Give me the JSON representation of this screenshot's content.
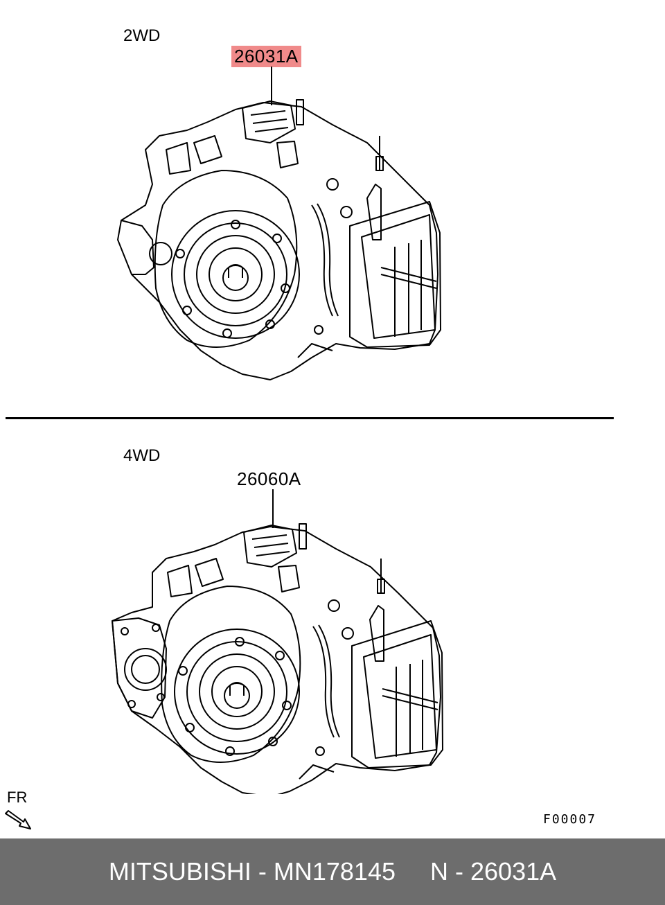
{
  "diagram": {
    "top": {
      "section": "2WD",
      "part_number": "26031A"
    },
    "bottom": {
      "section": "4WD",
      "part_number": "26060A"
    },
    "direction_label": "FR",
    "figure_code": "F00007"
  },
  "footer": {
    "brand_part": "MITSUBISHI - MN178145",
    "ref": "N - 26031A"
  },
  "colors": {
    "highlight": "#f08a8a",
    "footer_bg": "#6d6d6d",
    "footer_text": "#ffffff",
    "line": "#000000"
  }
}
